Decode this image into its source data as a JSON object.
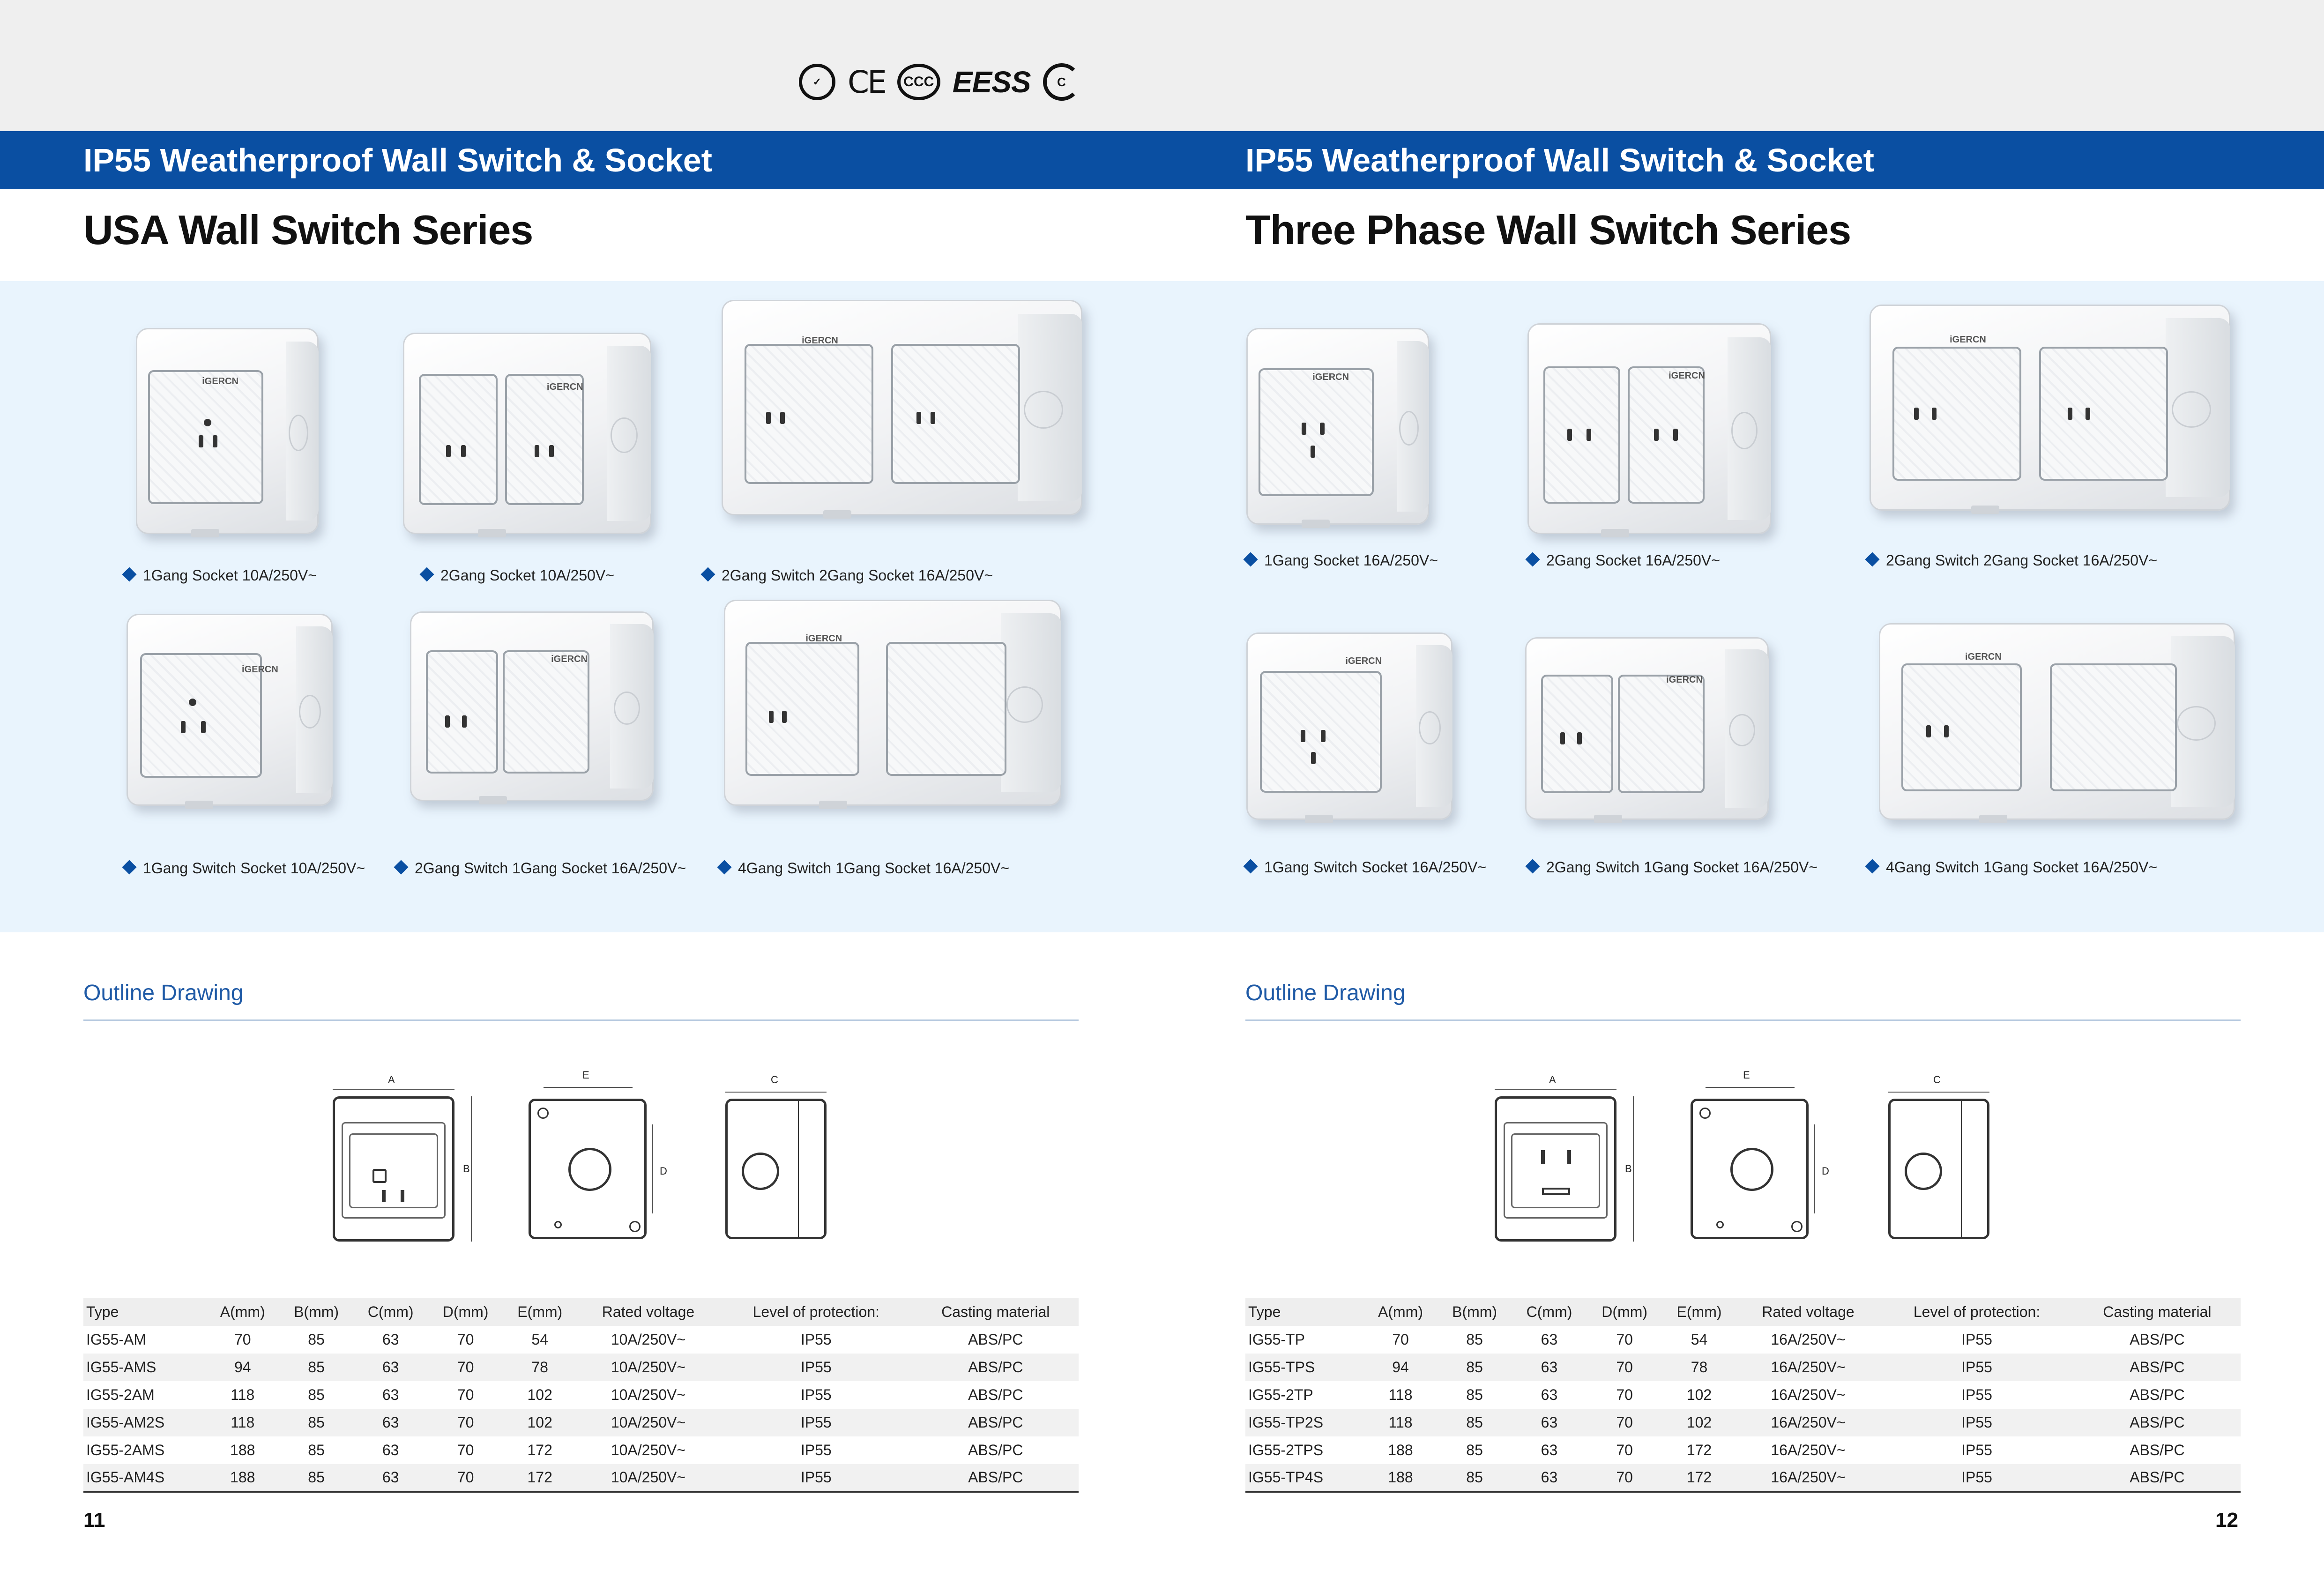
{
  "certifications": [
    {
      "name": "ring-mark-icon",
      "label": "✓"
    },
    {
      "name": "ce-mark-icon",
      "label": "CE"
    },
    {
      "name": "ccc-mark-icon",
      "label": "CCC"
    },
    {
      "name": "eess-mark-icon",
      "label": "EESS"
    },
    {
      "name": "c-tick-mark-icon",
      "label": "C"
    }
  ],
  "brand": "iGERCN",
  "accent_color": "#0a4fa2",
  "left": {
    "band_title": "IP55 Weatherproof Wall Switch & Socket",
    "series_title": "USA Wall Switch Series",
    "products": [
      "1Gang Socket 10A/250V~",
      "2Gang Socket 10A/250V~",
      "2Gang Switch 2Gang Socket 16A/250V~",
      "1Gang Switch Socket 10A/250V~",
      "2Gang Switch 1Gang Socket 16A/250V~",
      "4Gang Switch 1Gang Socket 16A/250V~"
    ],
    "outline_title": "Outline Drawing",
    "dims": {
      "a": "A",
      "b": "B",
      "c": "C",
      "d": "D",
      "e": "E"
    },
    "table": {
      "headers": [
        "Type",
        "A(mm)",
        "B(mm)",
        "C(mm)",
        "D(mm)",
        "E(mm)",
        "Rated voltage",
        "Level of protection:",
        "Casting material"
      ],
      "rows": [
        [
          "IG55-AM",
          "70",
          "85",
          "63",
          "70",
          "54",
          "10A/250V~",
          "IP55",
          "ABS/PC"
        ],
        [
          "IG55-AMS",
          "94",
          "85",
          "63",
          "70",
          "78",
          "10A/250V~",
          "IP55",
          "ABS/PC"
        ],
        [
          "IG55-2AM",
          "118",
          "85",
          "63",
          "70",
          "102",
          "10A/250V~",
          "IP55",
          "ABS/PC"
        ],
        [
          "IG55-AM2S",
          "118",
          "85",
          "63",
          "70",
          "102",
          "10A/250V~",
          "IP55",
          "ABS/PC"
        ],
        [
          "IG55-2AMS",
          "188",
          "85",
          "63",
          "70",
          "172",
          "10A/250V~",
          "IP55",
          "ABS/PC"
        ],
        [
          "IG55-AM4S",
          "188",
          "85",
          "63",
          "70",
          "172",
          "10A/250V~",
          "IP55",
          "ABS/PC"
        ]
      ]
    },
    "page_number": "11"
  },
  "right": {
    "band_title": "IP55 Weatherproof Wall Switch & Socket",
    "series_title": "Three Phase Wall Switch Series",
    "products": [
      "1Gang Socket 16A/250V~",
      "2Gang Socket 16A/250V~",
      "2Gang Switch 2Gang Socket 16A/250V~",
      "1Gang Switch Socket 16A/250V~",
      "2Gang Switch 1Gang Socket 16A/250V~",
      "4Gang Switch 1Gang Socket 16A/250V~"
    ],
    "outline_title": "Outline Drawing",
    "dims": {
      "a": "A",
      "b": "B",
      "c": "C",
      "d": "D",
      "e": "E"
    },
    "table": {
      "headers": [
        "Type",
        "A(mm)",
        "B(mm)",
        "C(mm)",
        "D(mm)",
        "E(mm)",
        "Rated voltage",
        "Level of protection:",
        "Casting material"
      ],
      "rows": [
        [
          "IG55-TP",
          "70",
          "85",
          "63",
          "70",
          "54",
          "16A/250V~",
          "IP55",
          "ABS/PC"
        ],
        [
          "IG55-TPS",
          "94",
          "85",
          "63",
          "70",
          "78",
          "16A/250V~",
          "IP55",
          "ABS/PC"
        ],
        [
          "IG55-2TP",
          "118",
          "85",
          "63",
          "70",
          "102",
          "16A/250V~",
          "IP55",
          "ABS/PC"
        ],
        [
          "IG55-TP2S",
          "118",
          "85",
          "63",
          "70",
          "102",
          "16A/250V~",
          "IP55",
          "ABS/PC"
        ],
        [
          "IG55-2TPS",
          "188",
          "85",
          "63",
          "70",
          "172",
          "16A/250V~",
          "IP55",
          "ABS/PC"
        ],
        [
          "IG55-TP4S",
          "188",
          "85",
          "63",
          "70",
          "172",
          "16A/250V~",
          "IP55",
          "ABS/PC"
        ]
      ]
    },
    "page_number": "12"
  }
}
